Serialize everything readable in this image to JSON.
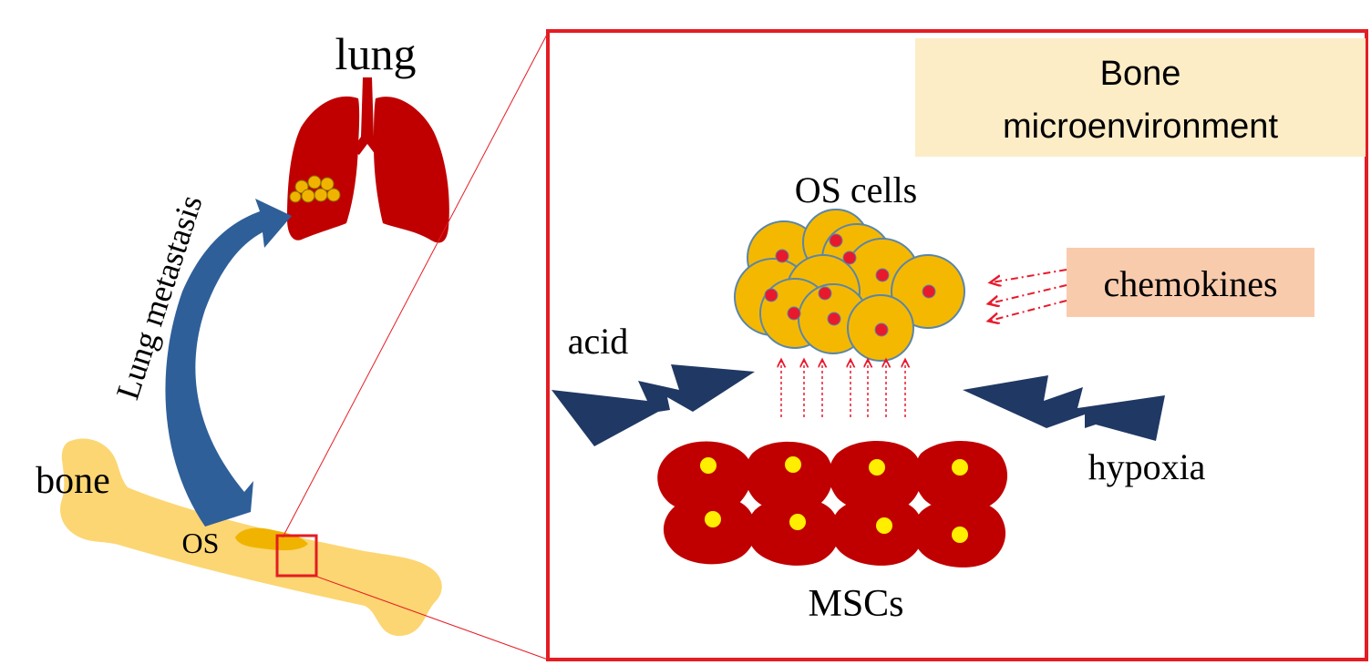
{
  "labels": {
    "lung": "lung",
    "bone": "bone",
    "os": "OS",
    "metastasis": "Lung metastasis",
    "os_cells": "OS cells",
    "chemokines": "chemokines",
    "acid": "acid",
    "hypoxia": "hypoxia",
    "mscs": "MSCs",
    "microenv_line1": "Bone",
    "microenv_line2": "microenvironment"
  },
  "colors": {
    "lung": "#c00000",
    "bone": "#fcd672",
    "tumor": "#f0b400",
    "os_cell": "#f5b800",
    "os_cell_outline": "#5a86a8",
    "os_nucleus": "#e8192c",
    "msc": "#c00000",
    "msc_nucleus": "#ffee00",
    "metastasis_arrow": "#2e5f99",
    "bolt": "#203864",
    "highlight_box": "#e51c23",
    "microenv_bg": "#fdedc6",
    "chemokines_bg": "#f8cbad"
  },
  "icons": {
    "lung": "lung-icon",
    "bone": "bone-icon",
    "acid": "lightning-bolt-icon",
    "hypoxia": "lightning-bolt-icon"
  }
}
